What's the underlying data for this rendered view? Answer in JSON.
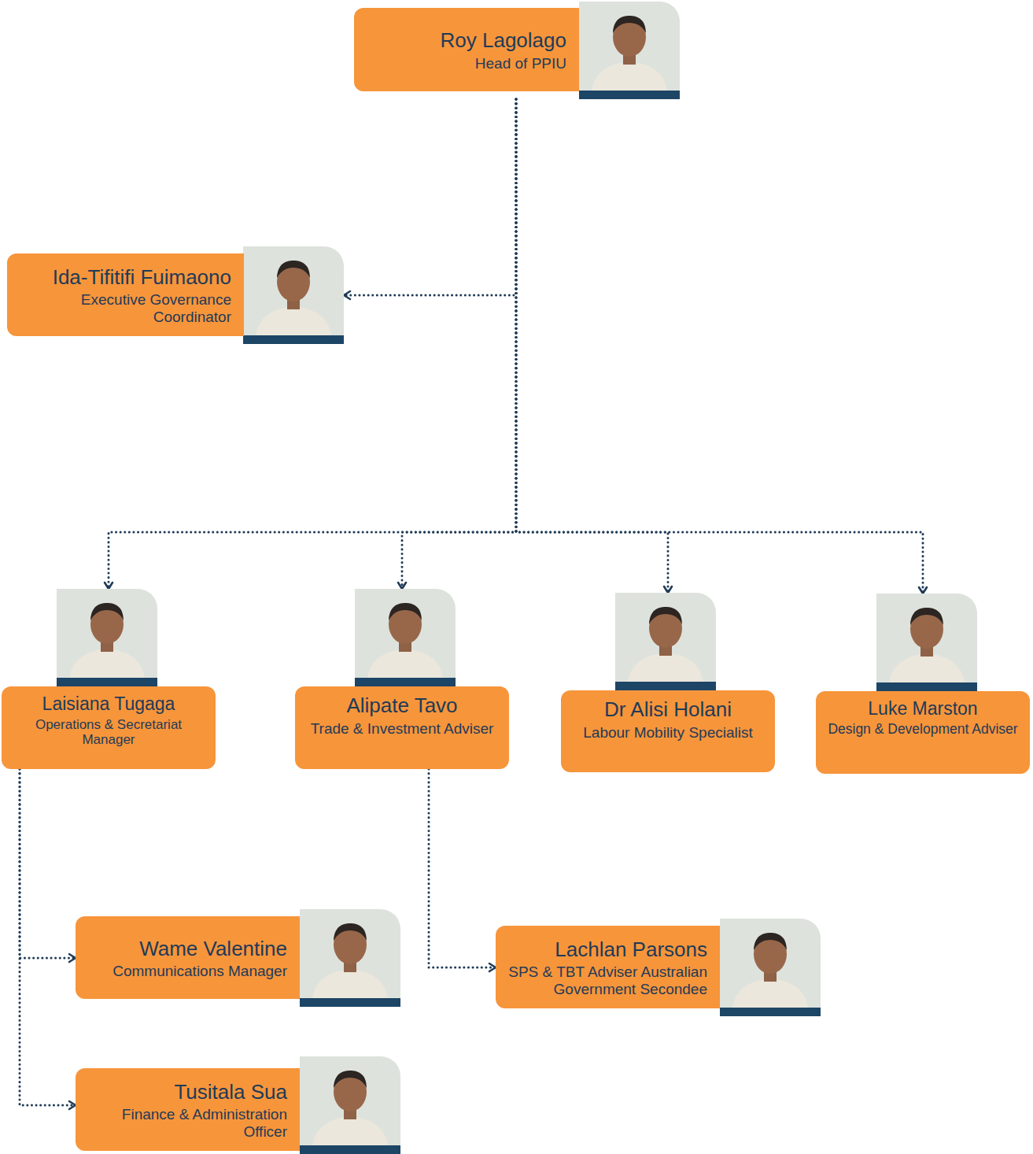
{
  "diagram": {
    "nodes": [
      {
        "text": [
          "Roy Lagolago",
          "Head of PPIU"
        ]
      },
      {
        "text": [
          "Ida-Tifitifi Fuimaono",
          "Executive Governance Coordinator"
        ]
      },
      {
        "text": [
          "Laisiana Tugaga",
          "Operations & Secretariat Manager"
        ]
      },
      {
        "text": [
          "Alipate Tavo",
          "Trade & Investment Adviser"
        ]
      },
      {
        "text": [
          "Dr Alisi Holani",
          "Labour Mobility Specialist"
        ]
      },
      {
        "text": [
          "Luke Marston",
          "Design & Development Adviser"
        ]
      },
      {
        "text": [
          "Wame Valentine",
          "Communications Manager"
        ]
      },
      {
        "text": [
          "Lachlan Parsons",
          "SPS & TBT Adviser Australian Government Secondee"
        ]
      },
      {
        "text": [
          "Tusitala Sua",
          "Finance & Administration Officer"
        ]
      }
    ],
    "edges": [
      {
        "from": 0,
        "to": 1,
        "arrow": "to"
      },
      {
        "from": 0,
        "to": 2,
        "arrow": "to"
      },
      {
        "from": 0,
        "to": 3,
        "arrow": "to"
      },
      {
        "from": 0,
        "to": 4,
        "arrow": "to"
      },
      {
        "from": 0,
        "to": 5,
        "arrow": "to"
      },
      {
        "from": 2,
        "to": 6,
        "arrow": "to"
      },
      {
        "from": 2,
        "to": 8,
        "arrow": "to"
      },
      {
        "from": 3,
        "to": 7,
        "arrow": "to"
      }
    ]
  }
}
